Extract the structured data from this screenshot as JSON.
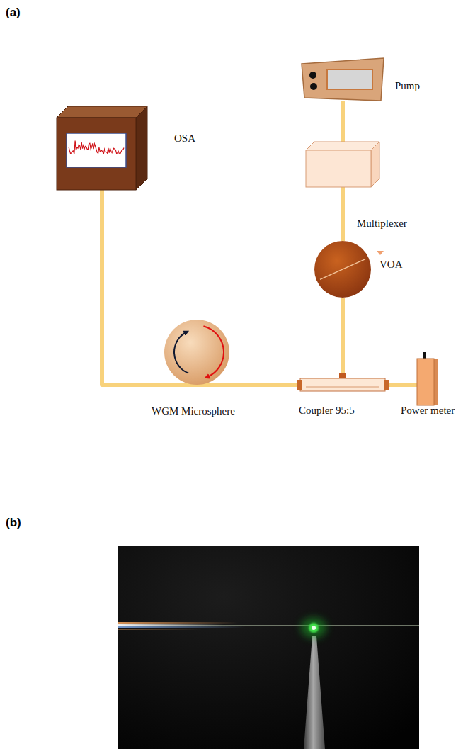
{
  "diagram": {
    "nodes": [
      {
        "text": [
          "Pump"
        ]
      },
      {
        "text": [
          "OSA"
        ]
      },
      {
        "text": [
          "Multiplexer"
        ]
      },
      {
        "text": [
          "VOA"
        ]
      },
      {
        "text": [
          "WGM Microsphere"
        ]
      },
      {
        "text": [
          "Coupler 95:5"
        ]
      },
      {
        "text": [
          "Power meter"
        ]
      }
    ],
    "edges": [
      {
        "from": 0,
        "to": 2,
        "arrow": "none"
      },
      {
        "from": 2,
        "to": 3,
        "arrow": "none"
      },
      {
        "from": 3,
        "to": 5,
        "arrow": "none"
      },
      {
        "from": 5,
        "to": 4,
        "arrow": "none"
      },
      {
        "from": 5,
        "to": 6,
        "arrow": "none"
      },
      {
        "from": 1,
        "to": 4,
        "arrow": "none"
      }
    ],
    "labels": [
      "(a)",
      "(b)"
    ]
  }
}
